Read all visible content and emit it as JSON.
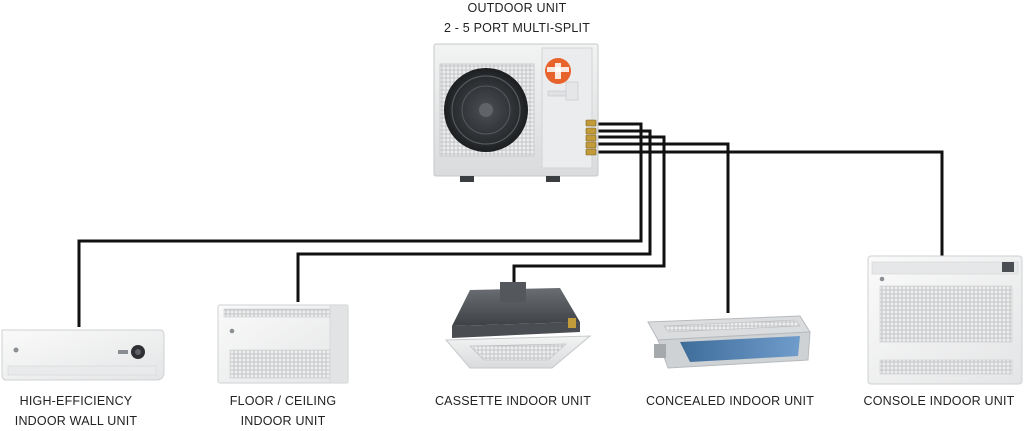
{
  "diagram": {
    "outdoor_unit": {
      "title_line1": "OUTDOOR UNIT",
      "title_line2": "2 - 5 PORT MULTI-SPLIT",
      "logo_icon": "trane-logo-icon",
      "logo_color": "#e8632b"
    },
    "indoor_units": [
      {
        "line1": "HIGH-EFFICIENCY",
        "line2": "INDOOR WALL UNIT",
        "icon": "wall-unit-icon"
      },
      {
        "line1": "FLOOR / CEILING",
        "line2": "INDOOR UNIT",
        "icon": "floor-ceiling-unit-icon"
      },
      {
        "line1": "CASSETTE INDOOR UNIT",
        "line2": "",
        "icon": "cassette-unit-icon"
      },
      {
        "line1": "CONCEALED INDOOR UNIT",
        "line2": "",
        "icon": "concealed-duct-unit-icon"
      },
      {
        "line1": "CONSOLE INDOOR UNIT",
        "line2": "",
        "icon": "console-unit-icon"
      }
    ],
    "connection_color": "#111111"
  }
}
